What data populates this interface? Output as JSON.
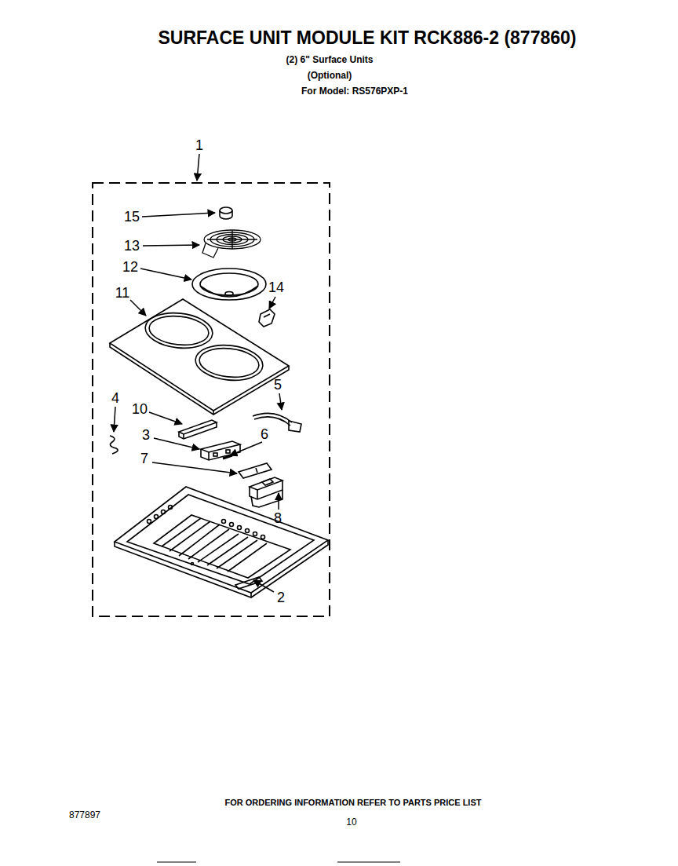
{
  "diagram": {
    "title": "SURFACE UNIT MODULE KIT RCK886-2 (877860)",
    "labels": [
      "(2) 6\" Surface Units",
      "(Optional)",
      "For Model: RS576PXP-1",
      "1",
      "15",
      "13",
      "12",
      "14",
      "11",
      "4",
      "10",
      "5",
      "3",
      "6",
      "7",
      "8",
      "2",
      "FOR ORDERING INFORMATION REFER TO PARTS PRICE LIST",
      "877897",
      "10"
    ]
  }
}
